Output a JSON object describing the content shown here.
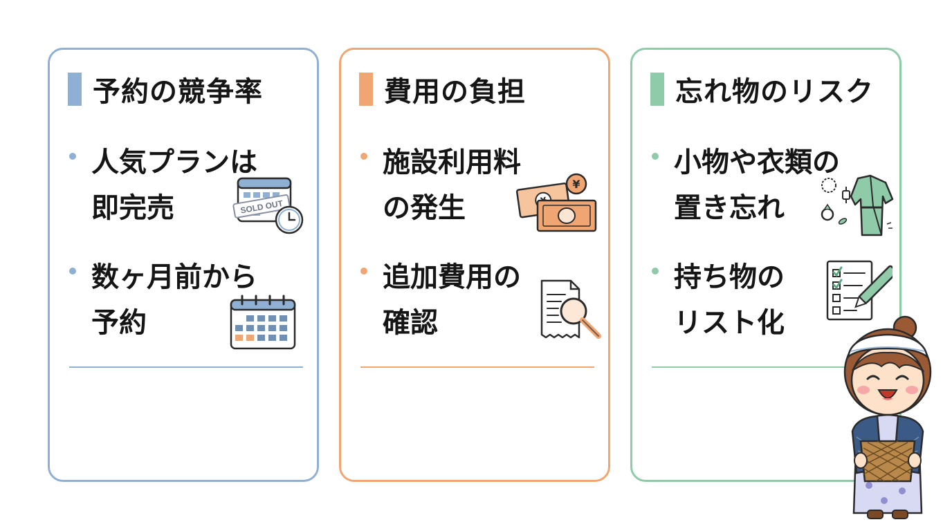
{
  "colors": {
    "blue": "#8fb0d3",
    "orange": "#f0a673",
    "green": "#8fcaa9"
  },
  "cards": [
    {
      "title": "予約の競争率",
      "items": [
        {
          "text": "人気プランは\n即完売",
          "icon": "calendar-sold-out-icon",
          "badge": "SOLD OUT"
        },
        {
          "text": "数ヶ月前から\n予約",
          "icon": "calendar-icon"
        }
      ]
    },
    {
      "title": "費用の負担",
      "items": [
        {
          "text": "施設利用料\nの発生",
          "icon": "yen-money-icon",
          "symbol": "¥"
        },
        {
          "text": "追加費用の\n確認",
          "icon": "receipt-magnifier-icon"
        }
      ]
    },
    {
      "title": "忘れ物のリスク",
      "items": [
        {
          "text": "小物や衣類の\n置き忘れ",
          "icon": "forgotten-items-icon"
        },
        {
          "text": "持ち物の\nリスト化",
          "icon": "checklist-icon"
        }
      ]
    }
  ]
}
